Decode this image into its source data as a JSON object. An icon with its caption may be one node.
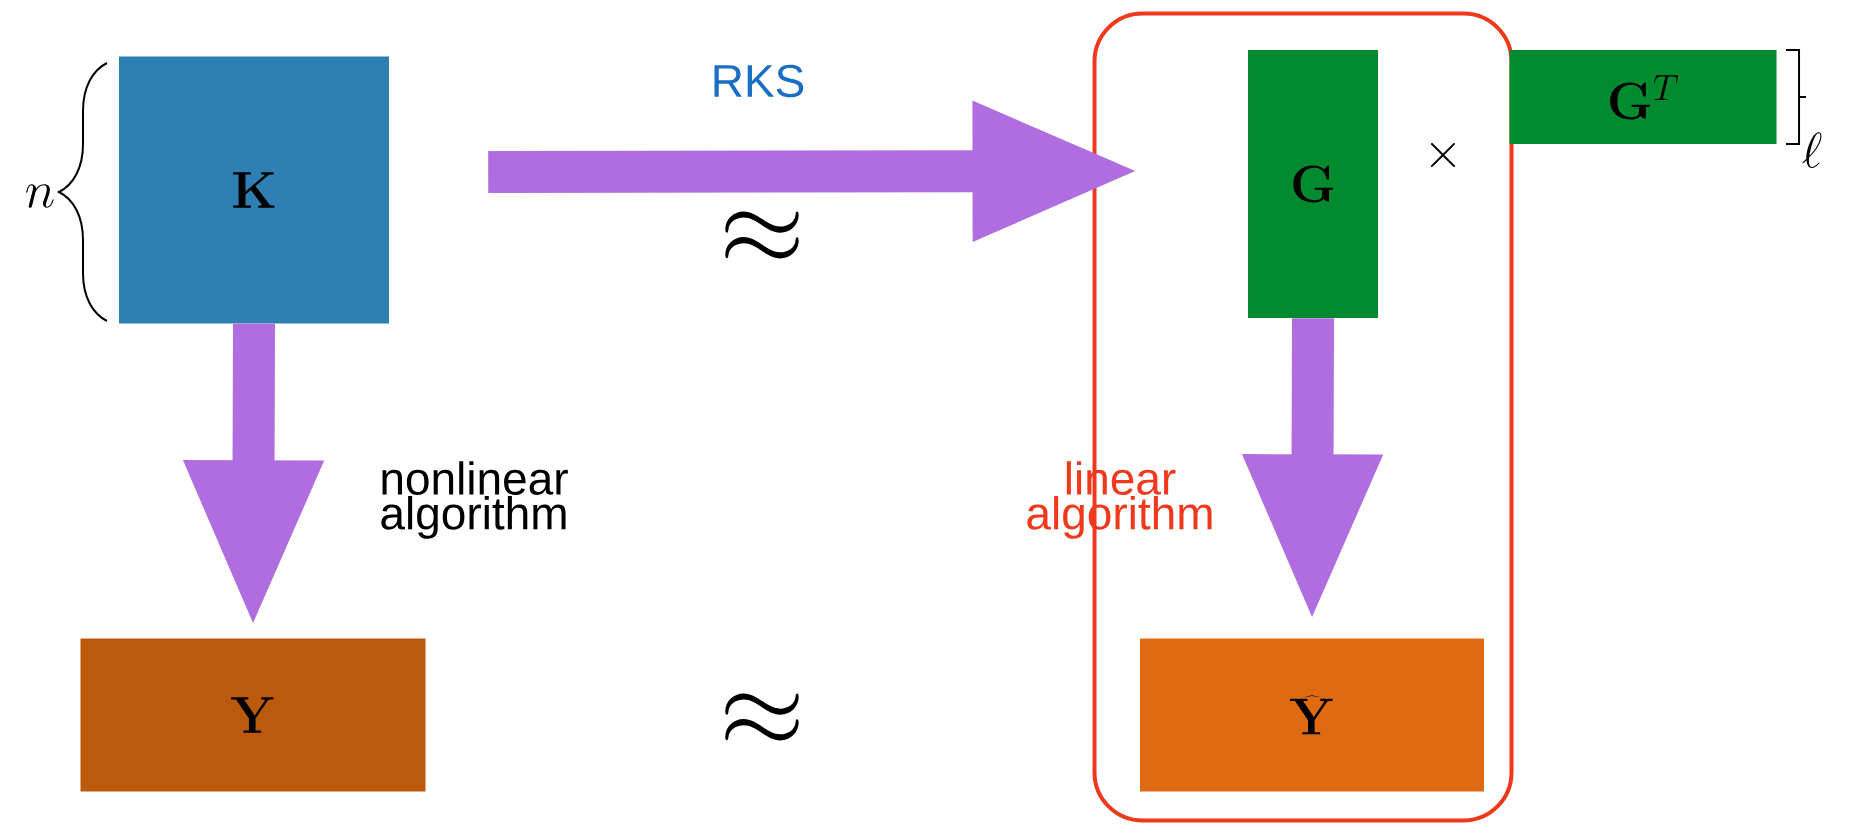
{
  "diagram": {
    "nodes": [
      {
        "text": [
          "\\mathbf{K}"
        ]
      },
      {
        "text": [],
        "shape": "box"
      },
      {
        "text": [
          "\\mathbf{G}"
        ],
        "in": 1
      },
      {
        "text": [
          "\\mathbf{G}^T"
        ]
      },
      {
        "text": [
          "\\mathbf{Y}"
        ]
      },
      {
        "text": [
          "\\widehat{\\mathbf{Y}}"
        ],
        "in": 1
      }
    ],
    "edges": [
      {
        "from": 0,
        "to": 1,
        "arrow": "to",
        "label": "RKS"
      },
      {
        "from": 0,
        "to": 4,
        "arrow": "to",
        "label": "nonlinear algorithm"
      },
      {
        "from": 2,
        "to": 5,
        "arrow": "to",
        "label": "linear algorithm"
      }
    ],
    "labels": [
      "\\times",
      "\\ell",
      "n",
      "\\approx",
      "\\approx"
    ]
  }
}
